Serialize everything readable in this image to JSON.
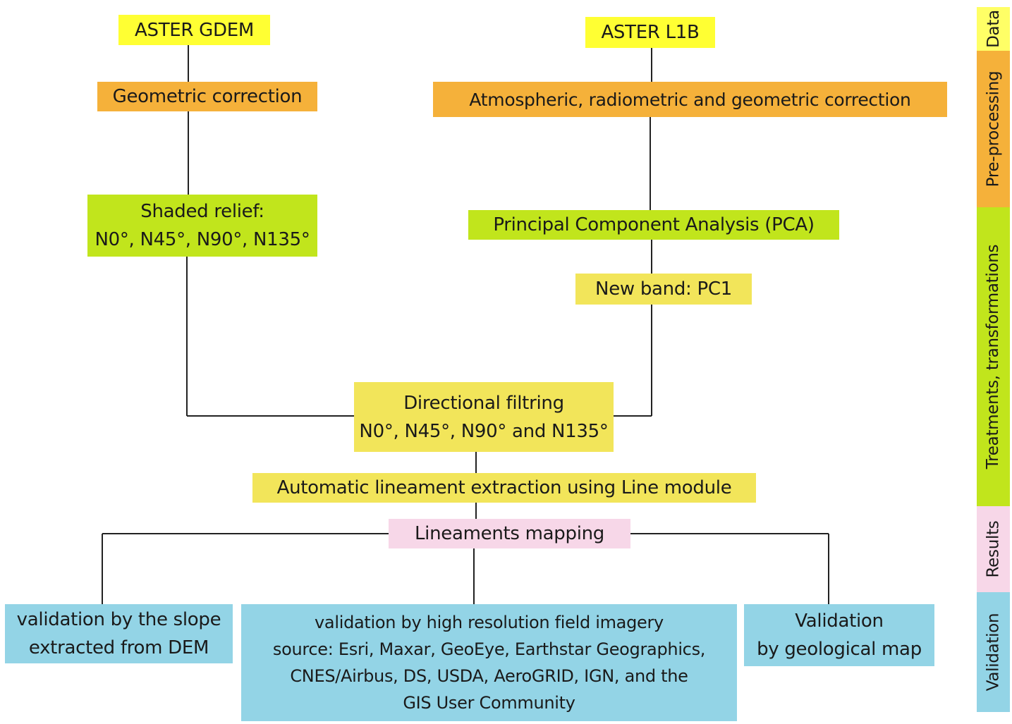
{
  "nodes": {
    "aster_gdem": "ASTER GDEM",
    "aster_l1b": "ASTER L1B",
    "geometric_correction": "Geometric correction",
    "arg_correction": "Atmospheric, radiometric and geometric correction",
    "shaded_relief": "Shaded relief:\nN0°, N45°, N90°,  N135°",
    "pca": "Principal Component Analysis (PCA)",
    "new_band": "New band: PC1",
    "directional_filtering": "Directional filtring\nN0°, N45°, N90° and N135°",
    "auto_extraction": "Automatic lineament extraction using Line module",
    "lineaments_mapping": "Lineaments mapping",
    "validation_slope": "validation by the slope\nextracted from DEM",
    "validation_imagery": "validation by high resolution field imagery\nsource: Esri, Maxar, GeoEye, Earthstar Geographics,\nCNES/Airbus, DS, USDA, AeroGRID, IGN, and the\nGIS User Community",
    "validation_map": "Validation\nby geological map"
  },
  "stages": {
    "data": "Data",
    "preprocessing": "Pre-processing",
    "treatments": "Treatments, transformations",
    "results": "Results",
    "validation": "Validation"
  },
  "colors": {
    "data": "#ffff33",
    "preprocessing": "#f5b13a",
    "treatments": "#c1e51c",
    "intermediate": "#f2e55a",
    "results": "#f7d7e8",
    "validation": "#93d4e6"
  }
}
